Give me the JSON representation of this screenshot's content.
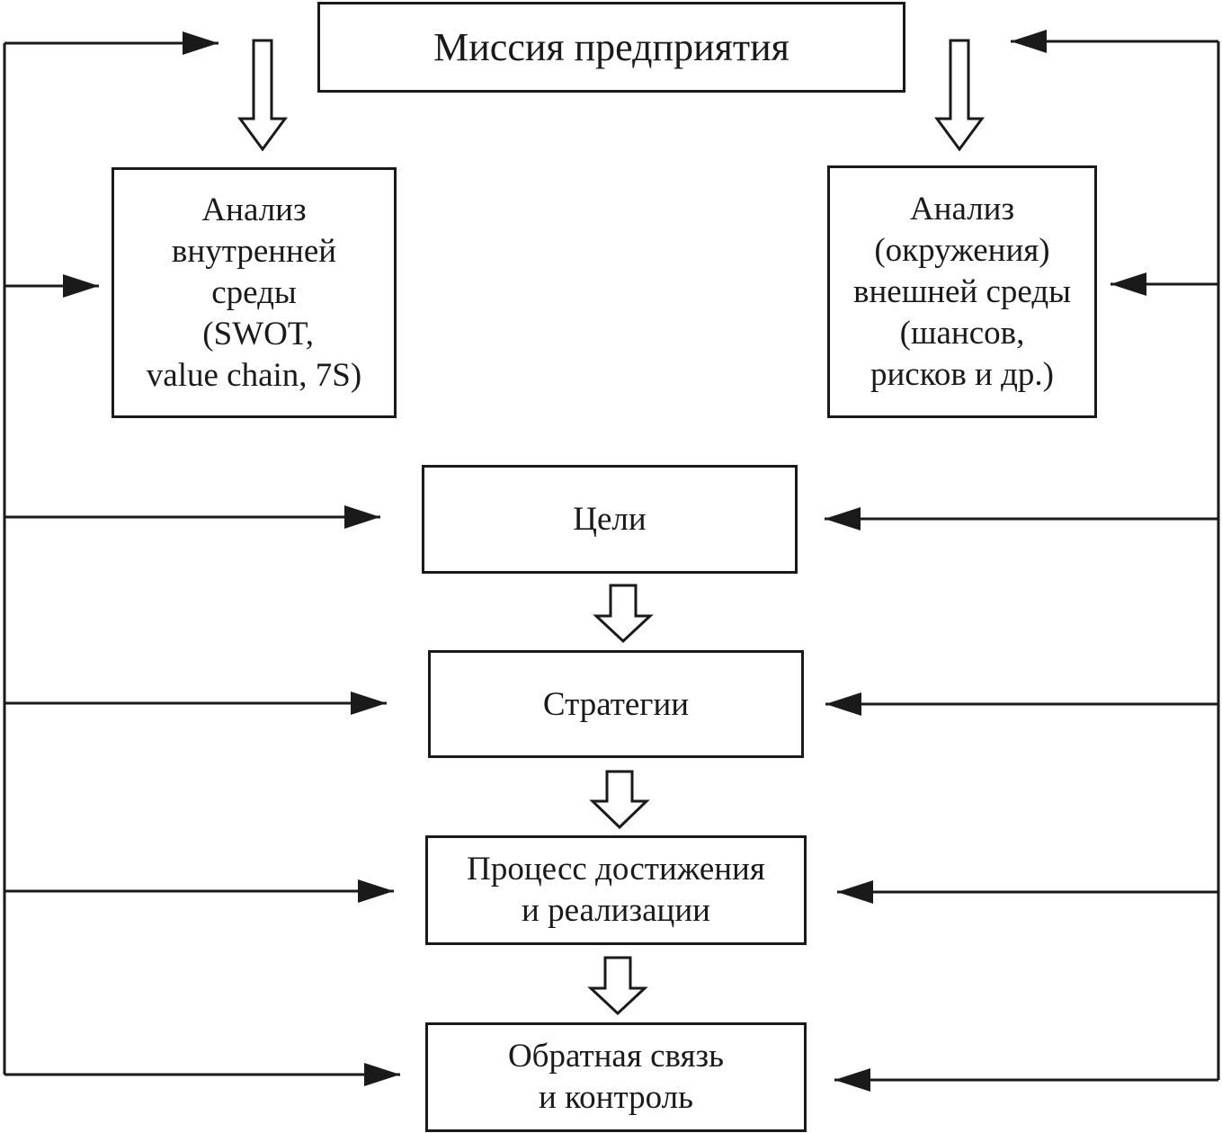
{
  "diagram": {
    "mission": {
      "label": "Миссия предприятия"
    },
    "internal_analysis": {
      "lines": [
        "Анализ",
        "внутренней",
        "среды",
        " (SWOT,",
        "value chain, 7S)"
      ]
    },
    "external_analysis": {
      "lines": [
        "Анализ",
        "(окружения)",
        "внешней среды",
        "(шансов,",
        "рисков и др.)"
      ]
    },
    "goals": {
      "label": "Цели"
    },
    "strategies": {
      "label": "Стратегии"
    },
    "process": {
      "lines": [
        "Процесс достижения",
        "и реализации"
      ]
    },
    "feedback": {
      "lines": [
        "Обратная связь",
        "и контроль"
      ]
    }
  },
  "colors": {
    "line": "#1a1a1a",
    "background": "#ffffff"
  }
}
